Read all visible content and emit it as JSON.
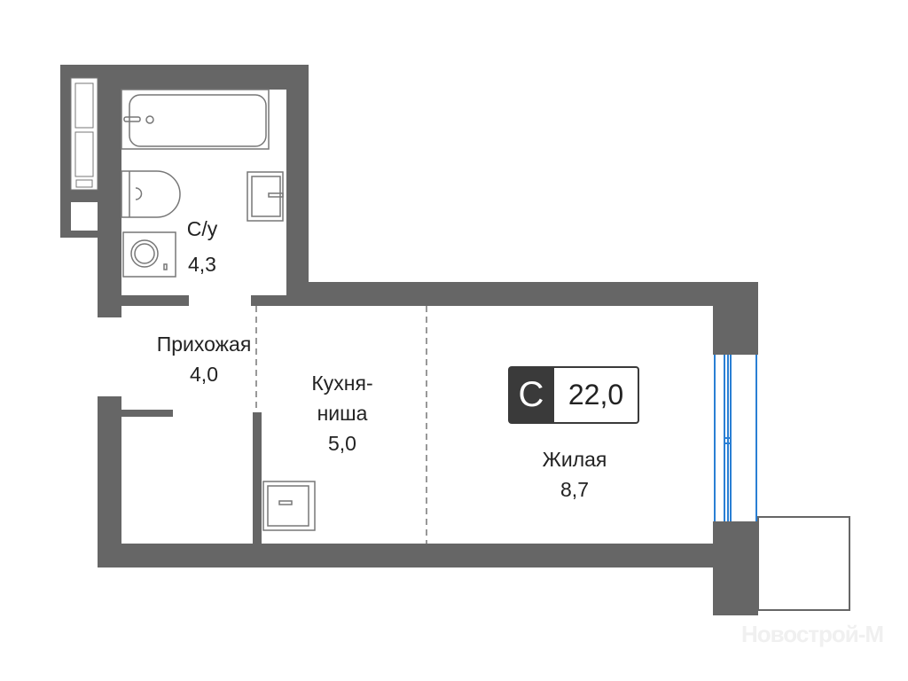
{
  "rooms": [
    {
      "name": "С/у",
      "area": "4,3"
    },
    {
      "name": "Прихожая",
      "area": "4,0"
    },
    {
      "name": "Кухня-",
      "name2": "ниша",
      "area": "5,0"
    },
    {
      "name": "Жилая",
      "area": "8,7"
    }
  ],
  "badge": {
    "type": "С",
    "total_area": "22,0"
  },
  "watermark": "Новострой-М",
  "colors": {
    "wall": "#666666",
    "window": "#2a7fd4",
    "fixture": "#777777"
  }
}
